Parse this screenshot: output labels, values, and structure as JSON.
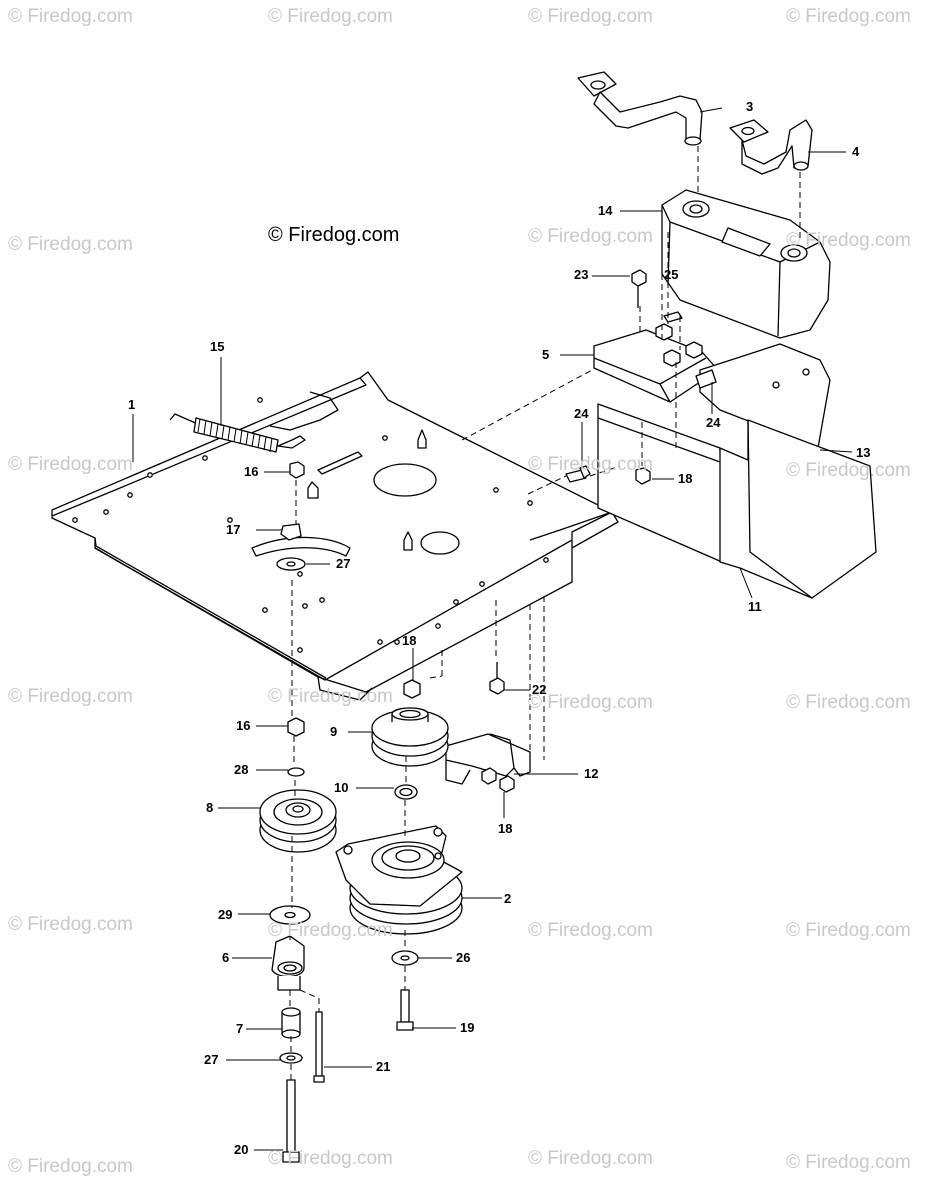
{
  "copyright": "© Firedog.com",
  "watermark": "© Firedog.com",
  "callouts": [
    "1",
    "2",
    "3",
    "4",
    "5",
    "6",
    "7",
    "8",
    "9",
    "10",
    "11",
    "12",
    "13",
    "14",
    "15",
    "16",
    "16",
    "17",
    "18",
    "18",
    "18",
    "19",
    "20",
    "21",
    "22",
    "23",
    "24",
    "24",
    "25",
    "26",
    "27",
    "27",
    "28",
    "29"
  ]
}
